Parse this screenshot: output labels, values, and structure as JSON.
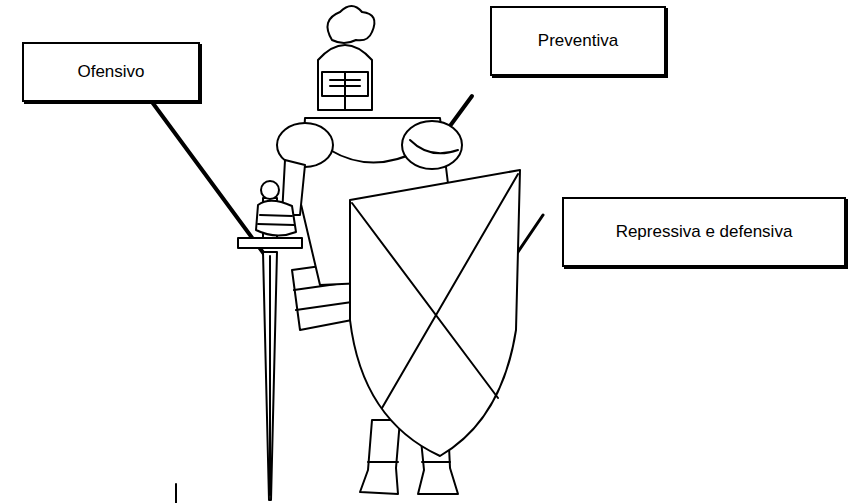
{
  "diagram": {
    "nodes": [
      {
        "text": [
          "Ofensivo"
        ]
      },
      {
        "text": [
          "Preventiva"
        ]
      },
      {
        "text": [
          "Repressiva e defensiva"
        ]
      }
    ]
  }
}
